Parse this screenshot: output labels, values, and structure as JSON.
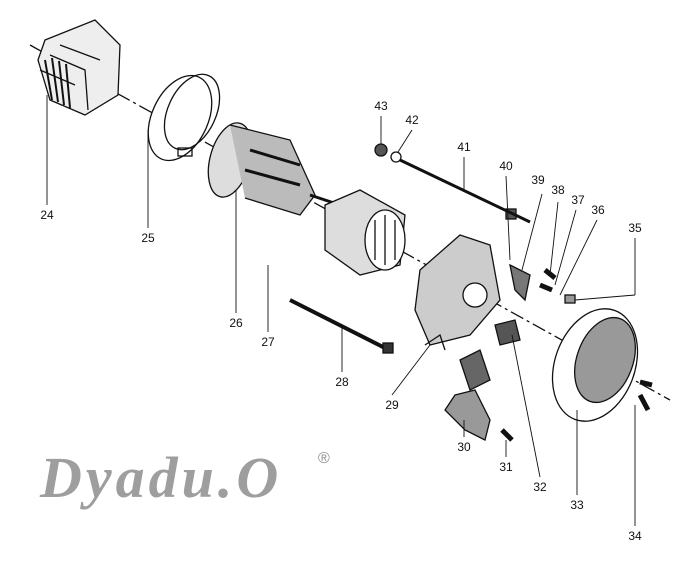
{
  "diagram": {
    "watermark": "Dyadu.O",
    "registered_mark": "®",
    "parts": [
      {
        "id": "p24",
        "number": "24"
      },
      {
        "id": "p25",
        "number": "25"
      },
      {
        "id": "p26",
        "number": "26"
      },
      {
        "id": "p27",
        "number": "27"
      },
      {
        "id": "p28",
        "number": "28"
      },
      {
        "id": "p29",
        "number": "29"
      },
      {
        "id": "p30",
        "number": "30"
      },
      {
        "id": "p31",
        "number": "31"
      },
      {
        "id": "p32",
        "number": "32"
      },
      {
        "id": "p33",
        "number": "33"
      },
      {
        "id": "p34",
        "number": "34"
      },
      {
        "id": "p35",
        "number": "35"
      },
      {
        "id": "p36",
        "number": "36"
      },
      {
        "id": "p37",
        "number": "37"
      },
      {
        "id": "p38",
        "number": "38"
      },
      {
        "id": "p39",
        "number": "39"
      },
      {
        "id": "p40",
        "number": "40"
      },
      {
        "id": "p41",
        "number": "41"
      },
      {
        "id": "p42",
        "number": "42"
      },
      {
        "id": "p43",
        "number": "43"
      }
    ]
  }
}
